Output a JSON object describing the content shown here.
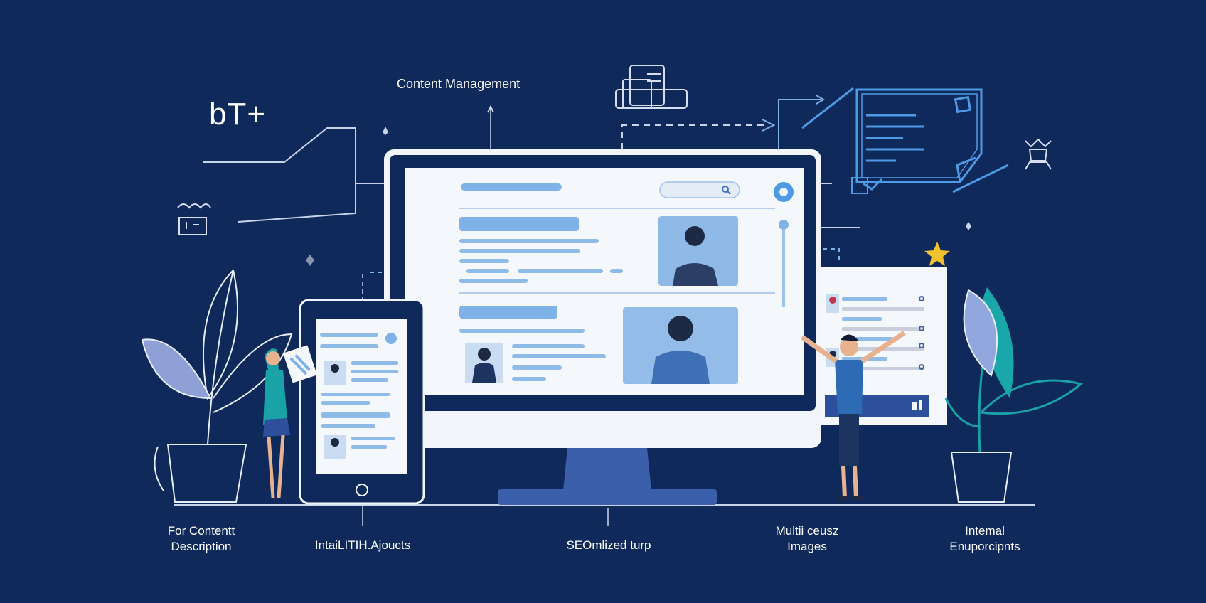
{
  "header": {
    "logo_text": "bT+",
    "top_label": "Content Management"
  },
  "labels": [
    {
      "line1": "For Contentt",
      "line2": "Description"
    },
    {
      "line1": "IntaiLITIH.Ajoucts",
      "line2": ""
    },
    {
      "line1": "SEOmlized turp",
      "line2": ""
    },
    {
      "line1": "Multii ceusz",
      "line2": "Images"
    },
    {
      "line1": "Intemal",
      "line2": "Enuporcipnts"
    }
  ],
  "colors": {
    "background": "#0f2a5a",
    "screen_white": "#f4f7fc",
    "accent_blue": "#7fb2e8",
    "line_blue": "#4f9ae6",
    "plant_teal": "#19a3a6",
    "star": "#f2c12e"
  },
  "icons": [
    "cloud-server-icon",
    "document-icon",
    "search-icon",
    "gear-icon",
    "star-icon",
    "robot-icon",
    "toolbox-icon"
  ]
}
